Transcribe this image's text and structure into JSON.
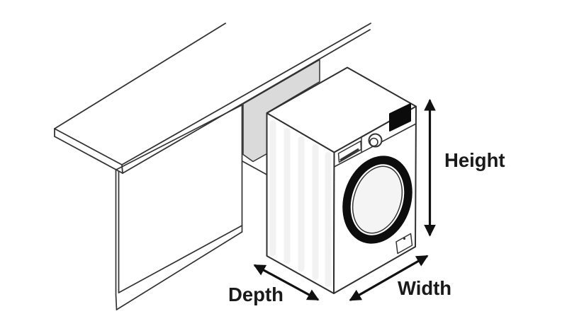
{
  "title": "Washing machine installation dimensions diagram",
  "labels": {
    "height": "Height",
    "width": "Width",
    "depth": "Depth"
  },
  "colors": {
    "line": "#2f2f2f",
    "thin_line": "#333333",
    "arrow": "#111111",
    "text": "#1a1a1a",
    "wall_shade": "#dadada",
    "stripe": "#f2f2f2",
    "door_ring": "#0d0d0d",
    "display": "#0b0b0b",
    "glass": "#f4f4f4",
    "background": "#ffffff"
  },
  "scene": {
    "parts": [
      "kitchen-counter",
      "cabinet-door",
      "cabinet-plinth",
      "niche-wall",
      "washing-machine",
      "detergent-drawer",
      "control-knob",
      "display-panel",
      "porthole-door",
      "filter-hatch"
    ]
  }
}
